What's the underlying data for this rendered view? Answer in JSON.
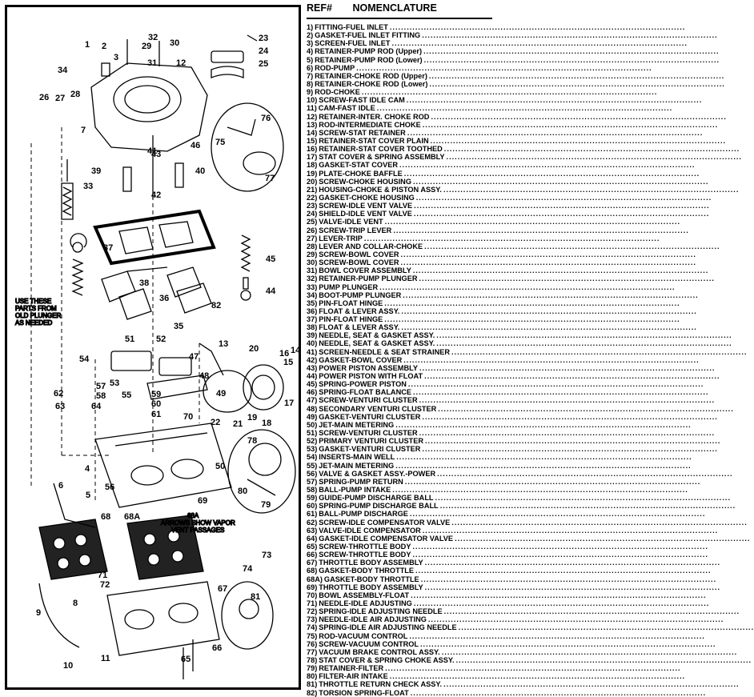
{
  "header": {
    "ref_label": "REF#",
    "nomenclature_label": "NOMENCLATURE"
  },
  "diagram": {
    "callouts": [
      "1",
      "2",
      "3",
      "4",
      "5",
      "6",
      "7",
      "8",
      "9",
      "10",
      "11",
      "12",
      "13",
      "14",
      "15",
      "16",
      "17",
      "18",
      "19",
      "20",
      "21",
      "22",
      "23",
      "24",
      "25",
      "26",
      "27",
      "28",
      "29",
      "30",
      "31",
      "32",
      "33",
      "34",
      "35",
      "36",
      "37",
      "38",
      "39",
      "40",
      "41",
      "42",
      "43",
      "44",
      "45",
      "46",
      "47",
      "48",
      "49",
      "50",
      "51",
      "52",
      "53",
      "54",
      "55",
      "56",
      "57",
      "58",
      "59",
      "60",
      "61",
      "62",
      "63",
      "64",
      "65",
      "66",
      "67",
      "68",
      "68A",
      "69",
      "70",
      "71",
      "72",
      "73",
      "74",
      "75",
      "76",
      "77",
      "78",
      "79",
      "80",
      "81",
      "82"
    ],
    "note_plunger": [
      "USE THESE",
      "PARTS FROM",
      "OLD PLUNGER",
      "AS NEEDED"
    ],
    "note_68a": [
      "68A",
      "ARROWS SHOW VAPOR",
      "VENT PASSAGES"
    ]
  },
  "parts": [
    {
      "ref": "1)",
      "name": "FITTING-FUEL INLET"
    },
    {
      "ref": "2)",
      "name": "GASKET-FUEL INLET FITTING"
    },
    {
      "ref": "3)",
      "name": "SCREEN-FUEL INLET"
    },
    {
      "ref": "4)",
      "name": "RETAINER-PUMP ROD (Upper)"
    },
    {
      "ref": "5)",
      "name": "RETAINER-PUMP ROD (Lower)"
    },
    {
      "ref": "6)",
      "name": "ROD-PUMP"
    },
    {
      "ref": "7)",
      "name": "RETAINER-CHOKE ROD (Upper)"
    },
    {
      "ref": "8)",
      "name": "RETAINER-CHOKE ROD (Lower)"
    },
    {
      "ref": "9)",
      "name": "ROD-CHOKE"
    },
    {
      "ref": "10)",
      "name": "SCREW-FAST IDLE CAM"
    },
    {
      "ref": "11)",
      "name": "CAM-FAST IDLE"
    },
    {
      "ref": "12)",
      "name": "RETAINER-INTER. CHOKE ROD"
    },
    {
      "ref": "13)",
      "name": "ROD-INTERMEDIATE CHOKE"
    },
    {
      "ref": "14)",
      "name": "SCREW-STAT RETAINER"
    },
    {
      "ref": "15)",
      "name": "RETAINER-STAT COVER PLAIN"
    },
    {
      "ref": "16)",
      "name": "RETAINER-STAT COVER TOOTHED"
    },
    {
      "ref": "17)",
      "name": "STAT COVER & SPRING ASSEMBLY"
    },
    {
      "ref": "18)",
      "name": "GASKET-STAT COVER"
    },
    {
      "ref": "19)",
      "name": "PLATE-CHOKE BAFFLE"
    },
    {
      "ref": "20)",
      "name": "SCREW-CHOKE HOUSING"
    },
    {
      "ref": "21)",
      "name": "HOUSING-CHOKE & PISTON ASSY."
    },
    {
      "ref": "22)",
      "name": "GASKET-CHOKE HOUSING"
    },
    {
      "ref": "23)",
      "name": "SCREW-IDLE VENT VALVE"
    },
    {
      "ref": "24)",
      "name": "SHIELD-IDLE VENT VALVE"
    },
    {
      "ref": "25)",
      "name": "VALVE-IDLE VENT"
    },
    {
      "ref": "26)",
      "name": "SCREW-TRIP LEVER"
    },
    {
      "ref": "27)",
      "name": "LEVER-TRIP"
    },
    {
      "ref": "28)",
      "name": "LEVER AND COLLAR-CHOKE"
    },
    {
      "ref": "29)",
      "name": "SCREW-BOWL COVER"
    },
    {
      "ref": "30)",
      "name": "SCREW-BOWL COVER"
    },
    {
      "ref": "31)",
      "name": "BOWL COVER ASSEMBLY"
    },
    {
      "ref": "32)",
      "name": "RETAINER-PUMP PLUNGER"
    },
    {
      "ref": "33)",
      "name": "PUMP PLUNGER"
    },
    {
      "ref": "34)",
      "name": "BOOT-PUMP PLUNGER"
    },
    {
      "ref": "35)",
      "name": "PIN-FLOAT HINGE"
    },
    {
      "ref": "36)",
      "name": "FLOAT & LEVER ASSY."
    },
    {
      "ref": "37)",
      "name": "PIN-FLOAT HINGE"
    },
    {
      "ref": "38)",
      "name": "FLOAT & LEVER ASSY."
    },
    {
      "ref": "39)",
      "name": "NEEDLE, SEAT & GASKET ASSY."
    },
    {
      "ref": "40)",
      "name": "NEEDLE, SEAT & GASKET ASSY."
    },
    {
      "ref": "41)",
      "name": "SCREEN-NEEDLE & SEAT STRAINER"
    },
    {
      "ref": "42)",
      "name": "GASKET-BOWL COVER"
    },
    {
      "ref": "43)",
      "name": "POWER PISTON ASSEMBLY"
    },
    {
      "ref": "44)",
      "name": "POWER PISTON WITH FLOAT"
    },
    {
      "ref": "45)",
      "name": "SPRING-POWER PISTON"
    },
    {
      "ref": "46)",
      "name": "SPRING-FLOAT BALANCE"
    },
    {
      "ref": "47)",
      "name": "SCREW-VENTURI CLUSTER"
    },
    {
      "ref": "48)",
      "name": "SECONDARY VENTURI CLUSTER"
    },
    {
      "ref": "49)",
      "name": "GASKET-VENTURI CLUSTER"
    },
    {
      "ref": "50)",
      "name": "JET-MAIN METERING"
    },
    {
      "ref": "51)",
      "name": "SCREW-VENTURI CLUSTER"
    },
    {
      "ref": "52)",
      "name": "PRIMARY VENTURI CLUSTER"
    },
    {
      "ref": "53)",
      "name": "GASKET-VENTURI CLUSTER"
    },
    {
      "ref": "54)",
      "name": "INSERTS-MAIN WELL"
    },
    {
      "ref": "55)",
      "name": "JET-MAIN METERING"
    },
    {
      "ref": "56)",
      "name": "VALVE & GASKET ASSY.-POWER"
    },
    {
      "ref": "57)",
      "name": "SPRING-PUMP RETURN"
    },
    {
      "ref": "58)",
      "name": "BALL-PUMP INTAKE"
    },
    {
      "ref": "59)",
      "name": "GUIDE-PUMP DISCHARGE BALL"
    },
    {
      "ref": "60)",
      "name": "SPRING-PUMP DISCHARGE BALL"
    },
    {
      "ref": "61)",
      "name": "BALL-PUMP DISCHARGE"
    },
    {
      "ref": "62)",
      "name": "SCREW-IDLE COMPENSATOR VALVE"
    },
    {
      "ref": "63)",
      "name": "VALVE-IDLE COMPENSATOR"
    },
    {
      "ref": "64)",
      "name": "GASKET-IDLE COMPENSATOR VALVE"
    },
    {
      "ref": "65)",
      "name": "SCREW-THROTTLE BODY"
    },
    {
      "ref": "66)",
      "name": "SCREW-THROTTLE BODY"
    },
    {
      "ref": "67)",
      "name": "THROTTLE BODY ASSEMBLY"
    },
    {
      "ref": "68)",
      "name": "GASKET-BODY THROTTLE"
    },
    {
      "ref": "68A)",
      "name": "GASKET-BODY THROTTLE"
    },
    {
      "ref": "69)",
      "name": "THROTTLE BODY ASSEMBLY"
    },
    {
      "ref": "70)",
      "name": "BOWL ASSEMBLY-FLOAT"
    },
    {
      "ref": "71)",
      "name": "NEEDLE-IDLE ADJUSTING"
    },
    {
      "ref": "72)",
      "name": "SPRING-IDLE ADJUSTING NEEDLE"
    },
    {
      "ref": "73)",
      "name": "NEEDLE-IDLE AIR ADJUSTING"
    },
    {
      "ref": "74)",
      "name": "SPRING-IDLE AIR ADJUSTING NEEDLE"
    },
    {
      "ref": "75)",
      "name": "ROD-VACUUM CONTROL"
    },
    {
      "ref": "76)",
      "name": "SCREW-VACUUM CONTROL"
    },
    {
      "ref": "77)",
      "name": "VACUUM BRAKE CONTROL ASSY."
    },
    {
      "ref": "78)",
      "name": "STAT COVER & SPRING CHOKE ASSY."
    },
    {
      "ref": "79)",
      "name": "RETAINER-FILTER"
    },
    {
      "ref": "80)",
      "name": "FILTER-AIR INTAKE"
    },
    {
      "ref": "81)",
      "name": "THROTTLE RETURN CHECK ASSY."
    },
    {
      "ref": "82)",
      "name": "TORSION SPRING-FLOAT"
    }
  ]
}
